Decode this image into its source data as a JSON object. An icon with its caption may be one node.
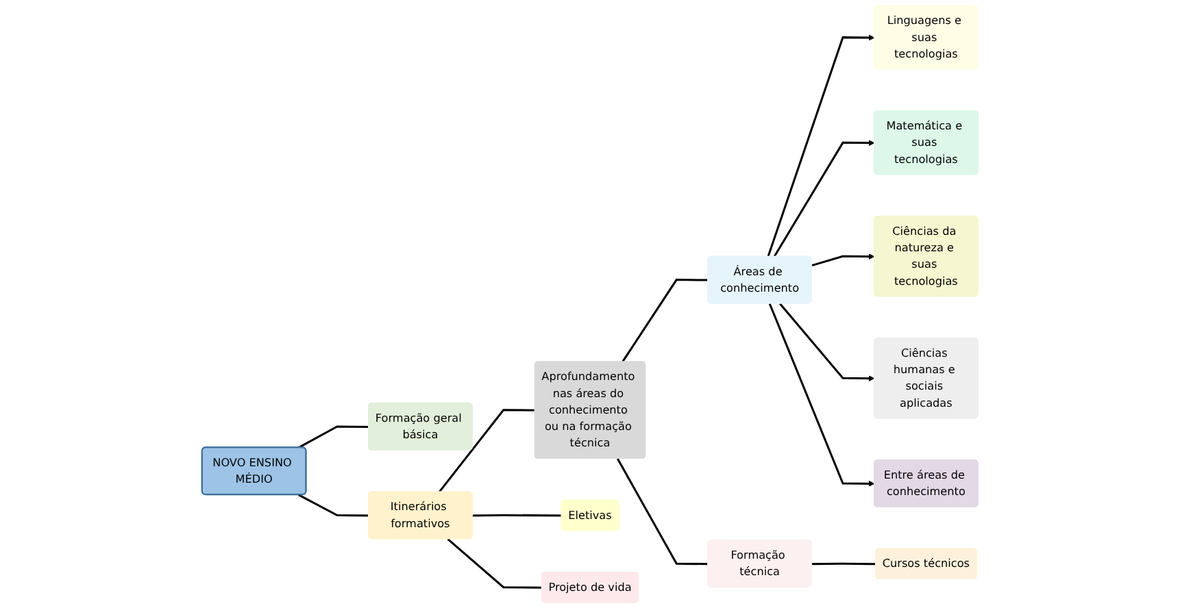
{
  "diagram": {
    "nodes": [
      {
        "text": [
          "NOVO ENSINO MÉDIO"
        ]
      },
      {
        "text": [
          "Formação geral básica"
        ]
      },
      {
        "text": [
          "Itinerários formativos"
        ]
      },
      {
        "text": [
          "Aprofundamento nas áreas do conhecimento ou na formação técnica"
        ]
      },
      {
        "text": [
          "Eletivas"
        ]
      },
      {
        "text": [
          "Projeto de vida"
        ]
      },
      {
        "text": [
          "Áreas de conhecimento"
        ]
      },
      {
        "text": [
          "Formação técnica"
        ]
      },
      {
        "text": [
          "Linguagens e suas tecnologias"
        ]
      },
      {
        "text": [
          "Matemática e suas tecnologias"
        ]
      },
      {
        "text": [
          "Ciências da natureza e suas tecnologias"
        ]
      },
      {
        "text": [
          "Ciências humanas e sociais aplicadas"
        ]
      },
      {
        "text": [
          "Entre áreas de conhecimento"
        ]
      },
      {
        "text": [
          "Cursos técnicos"
        ]
      }
    ],
    "edges": [
      {
        "from": 0,
        "to": 1,
        "arrow": "none"
      },
      {
        "from": 0,
        "to": 2,
        "arrow": "none"
      },
      {
        "from": 2,
        "to": 3,
        "arrow": "none"
      },
      {
        "from": 2,
        "to": 4,
        "arrow": "none"
      },
      {
        "from": 2,
        "to": 5,
        "arrow": "none"
      },
      {
        "from": 3,
        "to": 6,
        "arrow": "none"
      },
      {
        "from": 3,
        "to": 7,
        "arrow": "none"
      },
      {
        "from": 6,
        "to": 8,
        "arrow": "to"
      },
      {
        "from": 6,
        "to": 9,
        "arrow": "to"
      },
      {
        "from": 6,
        "to": 10,
        "arrow": "to"
      },
      {
        "from": 6,
        "to": 11,
        "arrow": "to"
      },
      {
        "from": 6,
        "to": 12,
        "arrow": "to"
      },
      {
        "from": 7,
        "to": 13,
        "arrow": "none"
      }
    ]
  }
}
